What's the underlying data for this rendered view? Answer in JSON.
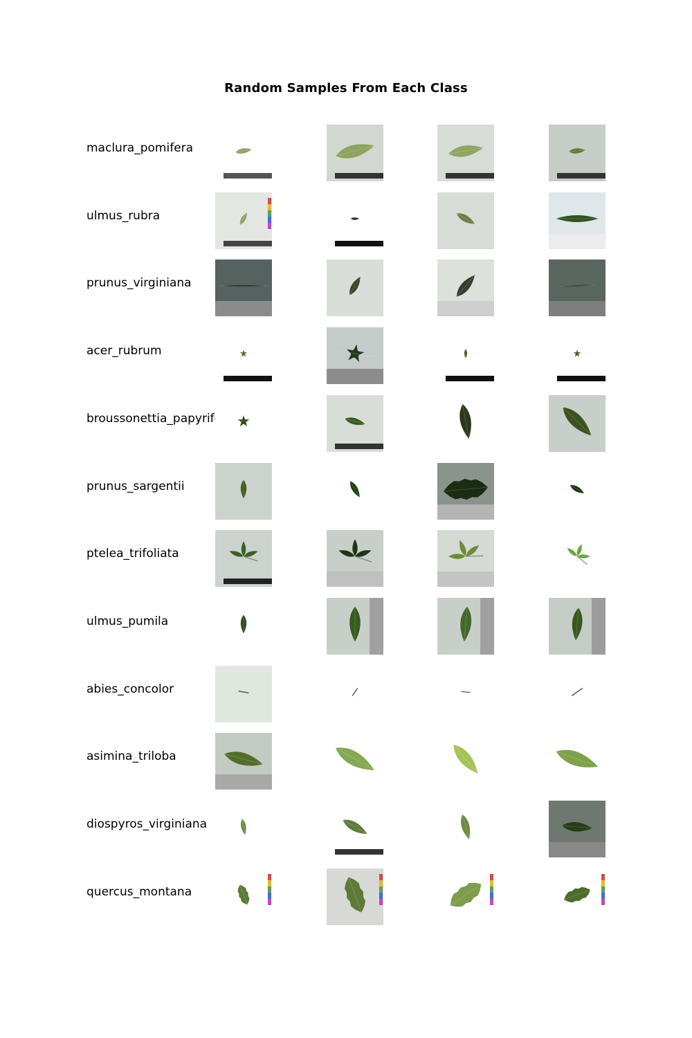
{
  "figure": {
    "title": "Random Samples From Each Class"
  },
  "rows": [
    {
      "label": "maclura_pomifera",
      "samples": [
        {
          "bg": "#ffffff",
          "floor": null,
          "ruler": "#555555",
          "leaf": "#8ea45f",
          "size": 0.35,
          "shape": "oval",
          "rot": -10
        },
        {
          "bg": "#d2d8d1",
          "floor": null,
          "ruler": "#333333",
          "leaf": "#8ea45f",
          "size": 0.85,
          "shape": "oval",
          "rot": -15
        },
        {
          "bg": "#d7dcd6",
          "floor": null,
          "ruler": "#333333",
          "leaf": "#91a560",
          "size": 0.75,
          "shape": "oval",
          "rot": -10
        },
        {
          "bg": "#c6ccc6",
          "floor": null,
          "ruler": "#333333",
          "leaf": "#5e7c33",
          "size": 0.35,
          "shape": "oval",
          "rot": -5
        }
      ]
    },
    {
      "label": "ulmus_rubra",
      "samples": [
        {
          "bg": "#e3e6e1",
          "floor": null,
          "ruler": "#444444",
          "leaf": "#8fa35d",
          "size": 0.3,
          "shape": "oval",
          "rot": -60,
          "colorbar": true
        },
        {
          "bg": "#ffffff",
          "floor": null,
          "ruler": "#111111",
          "leaf": "#2a2a22",
          "size": 0.18,
          "shape": "oval",
          "rot": 0
        },
        {
          "bg": "#d7dcd6",
          "floor": null,
          "ruler": null,
          "leaf": "#6c7f42",
          "size": 0.45,
          "shape": "oval",
          "rot": 30
        },
        {
          "bg": "#dfe7ea",
          "floor": "#ececec",
          "ruler": null,
          "leaf": "#2f5320",
          "size": 0.9,
          "shape": "lance",
          "rot": 0
        }
      ]
    },
    {
      "label": "prunus_virginiana",
      "samples": [
        {
          "bg": "#55625f",
          "floor": "#8b8b8b",
          "ruler": null,
          "leaf": "#1d2a17",
          "size": 1.0,
          "shape": "thin",
          "rot": 0
        },
        {
          "bg": "#d9ddd8",
          "floor": null,
          "ruler": null,
          "leaf": "#38452a",
          "size": 0.45,
          "shape": "oval",
          "rot": -60
        },
        {
          "bg": "#dce1dc",
          "floor": "#cfcfcf",
          "ruler": null,
          "leaf": "#3a3a2d",
          "size": 0.6,
          "shape": "oval",
          "rot": -50
        },
        {
          "bg": "#5a6660",
          "floor": "#7e7e7e",
          "ruler": null,
          "leaf": "#2b2b24",
          "size": 0.75,
          "shape": "thin",
          "rot": -3
        }
      ]
    },
    {
      "label": "acer_rubrum",
      "samples": [
        {
          "bg": "#ffffff",
          "floor": null,
          "ruler": "#111111",
          "leaf": "#4c6a26",
          "size": 0.35,
          "shape": "lobed",
          "rot": 0
        },
        {
          "bg": "#c5cbc8",
          "floor": "#8c8c8c",
          "ruler": null,
          "leaf": "#243a1c",
          "size": 0.85,
          "shape": "lobed",
          "rot": 10
        },
        {
          "bg": "#ffffff",
          "floor": null,
          "ruler": "#111111",
          "leaf": "#3f5f1f",
          "size": 0.2,
          "shape": "oval",
          "rot": 90
        },
        {
          "bg": "#ffffff",
          "floor": null,
          "ruler": "#111111",
          "leaf": "#3c5a1f",
          "size": 0.35,
          "shape": "lobed",
          "rot": 0
        }
      ]
    },
    {
      "label": "broussonettia_papyrifera",
      "samples": [
        {
          "bg": "#ffffff",
          "floor": null,
          "ruler": null,
          "leaf": "#2f4b1c",
          "size": 0.55,
          "shape": "lobed",
          "rot": 0
        },
        {
          "bg": "#d8ddd7",
          "floor": null,
          "ruler": "#333333",
          "leaf": "#3a5b22",
          "size": 0.45,
          "shape": "oval",
          "rot": 15
        },
        {
          "bg": "#ffffff",
          "floor": null,
          "ruler": null,
          "leaf": "#2a3a1a",
          "size": 0.75,
          "shape": "oval",
          "rot": 80
        },
        {
          "bg": "#c8ceca",
          "floor": null,
          "ruler": null,
          "leaf": "#3c5220",
          "size": 0.85,
          "shape": "oval",
          "rot": 45
        }
      ]
    },
    {
      "label": "prunus_sargentii",
      "samples": [
        {
          "bg": "#ccd3cc",
          "floor": null,
          "ruler": null,
          "leaf": "#3e5e1d",
          "size": 0.4,
          "shape": "oval",
          "rot": 90
        },
        {
          "bg": "#ffffff",
          "floor": null,
          "ruler": null,
          "leaf": "#1f3d14",
          "size": 0.4,
          "shape": "oval",
          "rot": 60
        },
        {
          "bg": "#8a948d",
          "floor": "#b5b5b5",
          "ruler": null,
          "leaf": "#1a2d12",
          "size": 0.95,
          "shape": "serrate",
          "rot": -5
        },
        {
          "bg": "#ffffff",
          "floor": null,
          "ruler": null,
          "leaf": "#1f3416",
          "size": 0.35,
          "shape": "oval",
          "rot": 30
        }
      ]
    },
    {
      "label": "ptelea_trifoliata",
      "samples": [
        {
          "bg": "#ccd2cd",
          "floor": null,
          "ruler": "#222222",
          "leaf": "#3d5f25",
          "size": 0.7,
          "shape": "trifoliate",
          "rot": 0
        },
        {
          "bg": "#c8cfca",
          "floor": "#c0c0c0",
          "ruler": null,
          "leaf": "#1f3515",
          "size": 0.8,
          "shape": "trifoliate",
          "rot": 0
        },
        {
          "bg": "#d6dad4",
          "floor": "#c4c4c4",
          "ruler": null,
          "leaf": "#6b8b3a",
          "size": 0.8,
          "shape": "trifoliate",
          "rot": -20
        },
        {
          "bg": "#ffffff",
          "floor": null,
          "ruler": null,
          "leaf": "#6ea63b",
          "size": 0.6,
          "shape": "trifoliate",
          "rot": 20
        }
      ]
    },
    {
      "label": "ulmus_pumila",
      "samples": [
        {
          "bg": "#ffffff",
          "floor": null,
          "ruler": null,
          "leaf": "#2e4c1c",
          "size": 0.4,
          "shape": "oval",
          "rot": 90
        },
        {
          "bg": "#c8cfc8",
          "floor": null,
          "ruler": null,
          "leaf": "#355b1f",
          "size": 0.75,
          "shape": "oval",
          "rot": 90,
          "sideband": "#a0a0a0"
        },
        {
          "bg": "#c8cfc8",
          "floor": null,
          "ruler": null,
          "leaf": "#44682a",
          "size": 0.75,
          "shape": "oval",
          "rot": 95,
          "sideband": "#a0a0a0"
        },
        {
          "bg": "#c5ccc5",
          "floor": null,
          "ruler": null,
          "leaf": "#36591f",
          "size": 0.7,
          "shape": "oval",
          "rot": 95,
          "sideband": "#9c9c9c"
        }
      ]
    },
    {
      "label": "abies_concolor",
      "samples": [
        {
          "bg": "#dfe7df",
          "floor": null,
          "ruler": null,
          "leaf": "#4a4a44",
          "size": 0.22,
          "shape": "needle",
          "rot": 10
        },
        {
          "bg": "#ffffff",
          "floor": null,
          "ruler": null,
          "leaf": "#4a4a44",
          "size": 0.2,
          "shape": "needle",
          "rot": -55
        },
        {
          "bg": "#ffffff",
          "floor": null,
          "ruler": null,
          "leaf": "#5a5a52",
          "size": 0.2,
          "shape": "needle",
          "rot": 5
        },
        {
          "bg": "#ffffff",
          "floor": null,
          "ruler": null,
          "leaf": "#4a4a44",
          "size": 0.28,
          "shape": "needle",
          "rot": -35
        }
      ]
    },
    {
      "label": "asimina_triloba",
      "samples": [
        {
          "bg": "#c3cac3",
          "floor": "#a8a8a8",
          "ruler": null,
          "leaf": "#526d2b",
          "size": 0.85,
          "shape": "oval",
          "rot": 15
        },
        {
          "bg": "#ffffff",
          "floor": null,
          "ruler": null,
          "leaf": "#84a855",
          "size": 0.95,
          "shape": "oval",
          "rot": 30
        },
        {
          "bg": "#ffffff",
          "floor": null,
          "ruler": null,
          "leaf": "#a5c458",
          "size": 0.8,
          "shape": "oval",
          "rot": 50
        },
        {
          "bg": "#ffffff",
          "floor": null,
          "ruler": null,
          "leaf": "#7ea14a",
          "size": 0.95,
          "shape": "oval",
          "rot": 20
        }
      ]
    },
    {
      "label": "diospyros_virginiana",
      "samples": [
        {
          "bg": "#ffffff",
          "floor": null,
          "ruler": null,
          "leaf": "#6d8a4c",
          "size": 0.35,
          "shape": "oval",
          "rot": 80
        },
        {
          "bg": "#ffffff",
          "floor": null,
          "ruler": "#333333",
          "leaf": "#5e7c3b",
          "size": 0.6,
          "shape": "oval",
          "rot": 30
        },
        {
          "bg": "#ffffff",
          "floor": null,
          "ruler": null,
          "leaf": "#6a8c46",
          "size": 0.55,
          "shape": "oval",
          "rot": 75
        },
        {
          "bg": "#6f7870",
          "floor": "#888888",
          "ruler": null,
          "leaf": "#263d18",
          "size": 0.65,
          "shape": "oval",
          "rot": 5
        }
      ]
    },
    {
      "label": "quercus_montana",
      "samples": [
        {
          "bg": "#ffffff",
          "floor": null,
          "ruler": null,
          "leaf": "#5a7a34",
          "size": 0.45,
          "shape": "serrate",
          "rot": 70,
          "colorbar": true
        },
        {
          "bg": "#d6d9d6",
          "floor": null,
          "ruler": null,
          "leaf": "#5f7a38",
          "size": 0.8,
          "shape": "serrate",
          "rot": 70,
          "colorbar": true
        },
        {
          "bg": "#ffffff",
          "floor": null,
          "ruler": null,
          "leaf": "#7d9c4c",
          "size": 0.8,
          "shape": "serrate",
          "rot": -35,
          "colorbar": true
        },
        {
          "bg": "#ffffff",
          "floor": null,
          "ruler": null,
          "leaf": "#4f6a2c",
          "size": 0.6,
          "shape": "serrate",
          "rot": -20,
          "colorbar": true
        }
      ]
    }
  ]
}
